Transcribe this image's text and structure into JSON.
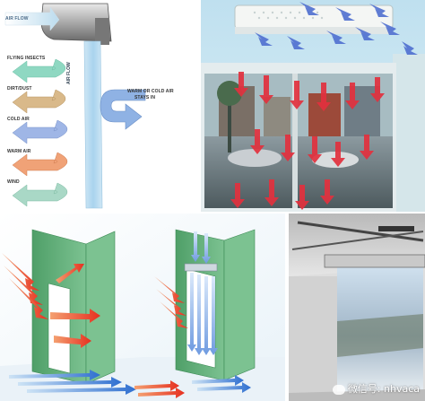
{
  "diagram_left": {
    "labels": {
      "air_flow": "AIR FLOW",
      "air_flow_vertical": "AIR FLOW",
      "flying_insects": "FLYING INSECTS",
      "dirt_dust": "DIRT/DUST",
      "cold_air": "COLD AIR",
      "warm_air": "WARM AIR",
      "wind": "WIND",
      "warm_cold_line1": "WARM OR COLD AIR",
      "warm_cold_line2": "STAYS IN"
    },
    "arrow_colors": {
      "flying_insects": "#8fd8c2",
      "dirt_dust": "#d9b98a",
      "cold_air": "#9fb6e6",
      "warm_air": "#f0a277",
      "wind": "#a9d8c6",
      "stays_in": "#8fb2e4"
    }
  },
  "photo_storefront": {
    "icon": "air-curtain-unit-over-storefront"
  },
  "diagram_bottom": {
    "icon": "door-schematics-with-and-without-air-curtain",
    "wall_color": "#63b27a"
  },
  "photo_door": {
    "icon": "air-curtain-over-open-door",
    "watermark": "微信号: nhvaca"
  }
}
